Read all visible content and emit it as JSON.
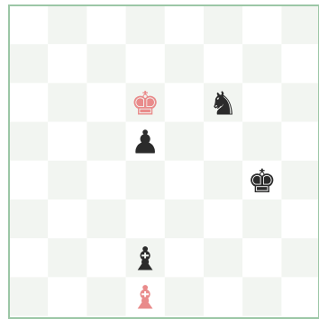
{
  "board": {
    "files": 8,
    "ranks": 8,
    "light_color": "#ffffff",
    "dark_color": "#f2f5f1",
    "border_color": "#9cc7a6",
    "pieces": [
      {
        "name": "red-king-piece",
        "side": "red",
        "type": "king",
        "glyph": "♚",
        "file": 3,
        "rank": 2,
        "color": "#e98b8b"
      },
      {
        "name": "black-knight-piece",
        "side": "black",
        "type": "knight",
        "glyph": "♞",
        "file": 5,
        "rank": 2,
        "color": "#2b2b2b"
      },
      {
        "name": "black-pawn-piece",
        "side": "black",
        "type": "pawn",
        "glyph": "♟",
        "file": 3,
        "rank": 3,
        "color": "#2b2b2b"
      },
      {
        "name": "black-king-piece",
        "side": "black",
        "type": "king",
        "glyph": "♚",
        "file": 6,
        "rank": 4,
        "color": "#2b2b2b"
      },
      {
        "name": "black-bishop-piece",
        "side": "black",
        "type": "bishop",
        "glyph": "♝",
        "file": 3,
        "rank": 6,
        "color": "#2b2b2b"
      },
      {
        "name": "red-bishop-piece",
        "side": "red",
        "type": "bishop",
        "glyph": "♝",
        "file": 3,
        "rank": 7,
        "color": "#e98b8b"
      }
    ]
  }
}
